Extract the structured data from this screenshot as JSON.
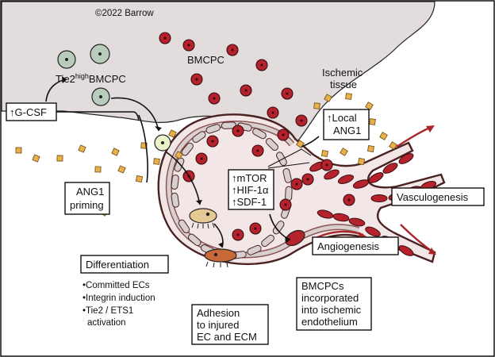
{
  "diagram": {
    "copyright": "©2022 Barrow",
    "labels": {
      "bmcpc": "BMCPC",
      "tie2_prefix": "Tie2",
      "tie2_sup": "high",
      "tie2_suffix": "BMCPC",
      "ischemic_line1": "Ischemic",
      "ischemic_line2": "tissue"
    },
    "boxes": {
      "gcsf": "↑G-CSF",
      "local_ang1_line1": "↑Local",
      "local_ang1_line2": "ANG1",
      "ang1_priming_line1": "ANG1",
      "ang1_priming_line2": "priming",
      "signals": [
        "↑mTOR",
        "↑HIF-1α",
        "↑SDF-1"
      ],
      "vasculogenesis": "Vasculogenesis",
      "angiogenesis": "Angiogenesis",
      "differentiation": "Differentiation",
      "differentiation_items": [
        "•Committed ECs",
        "•Integrin induction",
        "•Tie2 / ETS1",
        "activation"
      ],
      "adhesion_lines": [
        "Adhesion",
        "to injured",
        "EC and ECM"
      ],
      "incorporated_lines": [
        "BMCPCs",
        "incorporated",
        "into ischemic",
        "endothelium"
      ]
    },
    "colors": {
      "background": "#e3dcdc",
      "vessel_lumen": "#f2e6e6",
      "endothelium": "#d8cfcf",
      "wall": "#7d3b3b",
      "rbc": "#b5222c",
      "progenitor": "#b9ccbc",
      "ang1_particle": "#e8b04a",
      "arrow_red": "#a8272a"
    }
  }
}
